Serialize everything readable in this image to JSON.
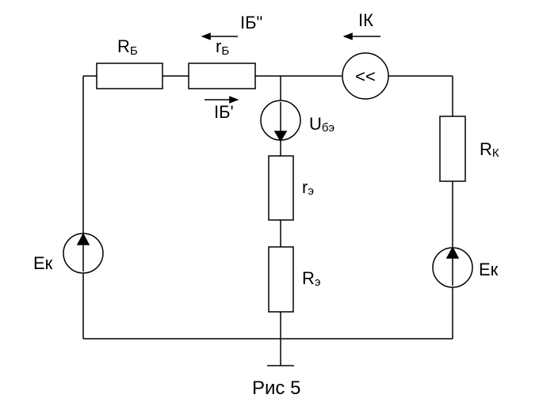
{
  "labels": {
    "rb": {
      "main": "R",
      "sub": "Б"
    },
    "rb_small": {
      "main": "r",
      "sub": "Б"
    },
    "ib2": "IБ\"",
    "ib1": "IБ'",
    "ik": "IК",
    "ube": {
      "main": "U",
      "sub": "бэ"
    },
    "rk": {
      "main": "R",
      "sub": "К"
    },
    "re_small": {
      "main": "r",
      "sub": "э"
    },
    "re": {
      "main": "R",
      "sub": "э"
    },
    "ek_left": "Eк",
    "ek_right": "Eк",
    "ccs": "<<",
    "caption": "Рис 5"
  }
}
